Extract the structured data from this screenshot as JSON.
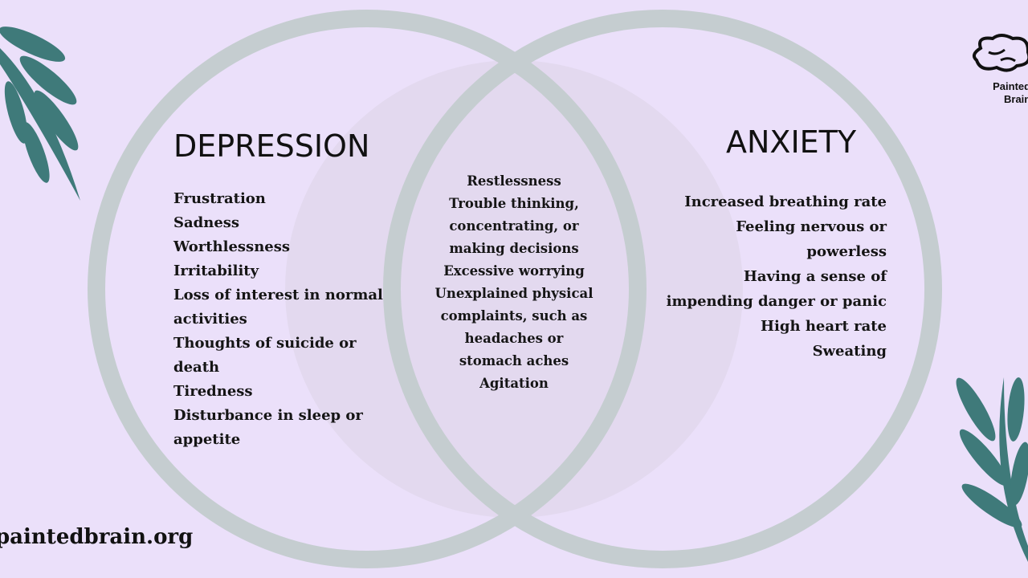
{
  "depression": {
    "title": "DEPRESSION",
    "items": [
      "Frustration",
      "Sadness",
      "Worthlessness",
      "Irritability",
      "Loss of interest in normal",
      "activities",
      "Thoughts of suicide or",
      "death",
      "Tiredness",
      "Disturbance in sleep or",
      "appetite"
    ]
  },
  "overlap": {
    "items": [
      "Restlessness",
      "Trouble thinking,",
      "concentrating, or",
      "making decisions",
      "Excessive worrying",
      "Unexplained physical",
      "complaints, such as",
      "headaches or",
      "stomach aches",
      "Agitation"
    ]
  },
  "anxiety": {
    "title": "ANXIETY",
    "items": [
      "Increased breathing rate",
      "Feeling nervous or",
      "powerless",
      "Having a sense of",
      "impending danger or panic",
      "High heart rate",
      "Sweating"
    ]
  },
  "footer": {
    "site": "paintedbrain.org"
  },
  "logo": {
    "line1": "Painted",
    "line2": "Brain"
  },
  "colors": {
    "background": "#ebe0fa",
    "circle": "#c5cdd0",
    "overlap_fill": "#e3d9ef",
    "leaf": "#3f7a7a"
  }
}
